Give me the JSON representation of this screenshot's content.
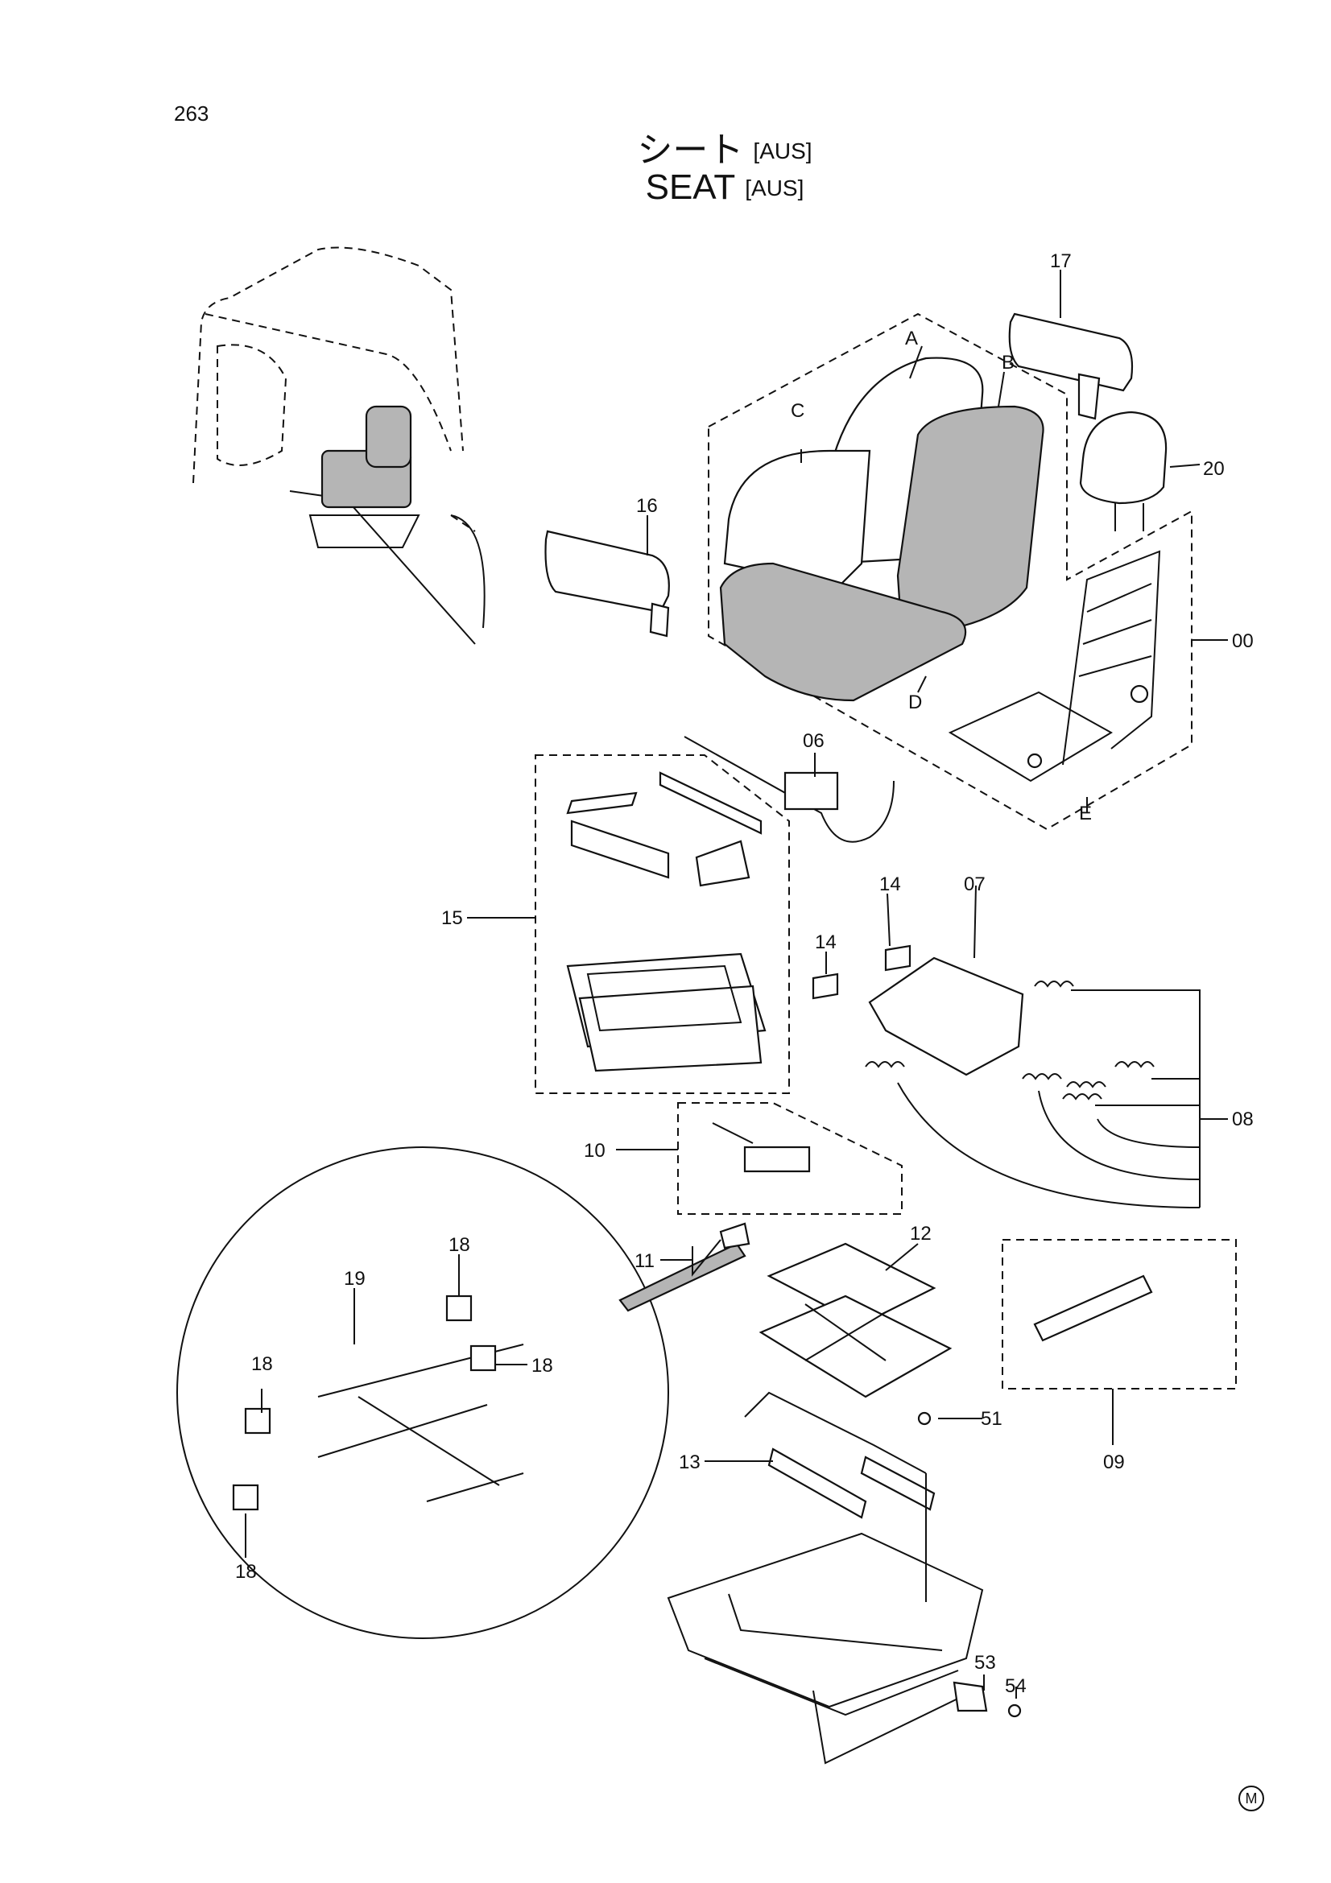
{
  "page_number": "263",
  "title_jp": "シート",
  "title_en": "SEAT",
  "variant_tag": "[AUS]",
  "corner_mark": "M",
  "callouts": {
    "p17": "17",
    "pA": "A",
    "pB": "B",
    "pC": "C",
    "p20": "20",
    "p16": "16",
    "p00": "00",
    "pD": "D",
    "p06": "06",
    "pE": "E",
    "p15": "15",
    "p14a": "14",
    "p07": "07",
    "p14b": "14",
    "p08": "08",
    "p10": "10",
    "p18a": "18",
    "p19": "19",
    "p11": "11",
    "p12": "12",
    "p18b": "18",
    "p18c": "18",
    "p09": "09",
    "p51": "51",
    "p13": "13",
    "p18d": "18",
    "p53": "53",
    "p54": "54"
  }
}
